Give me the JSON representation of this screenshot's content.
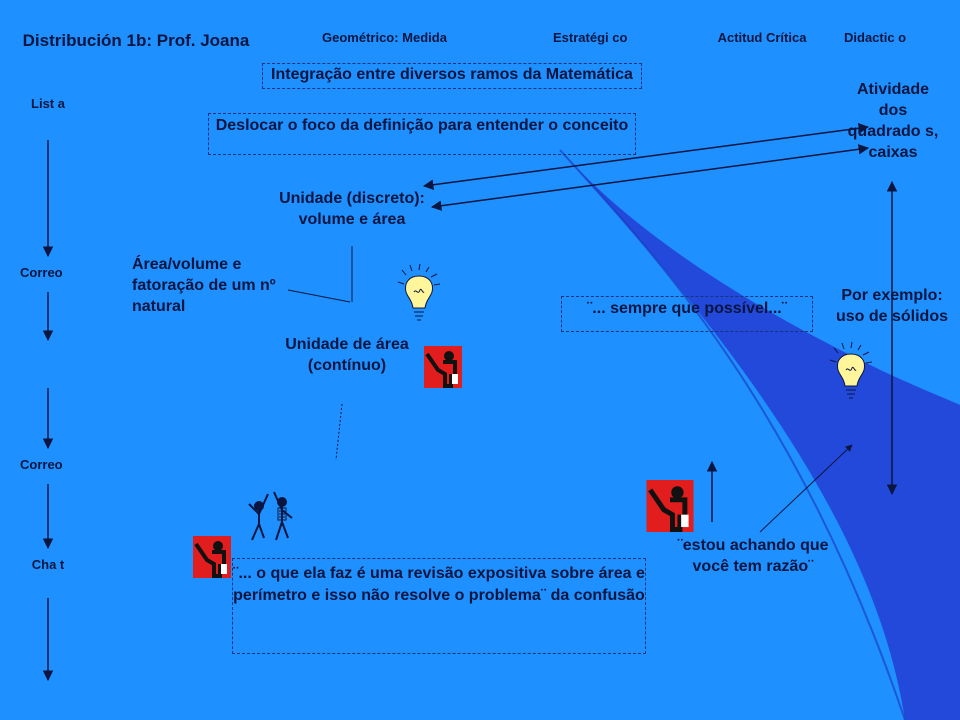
{
  "title": "Distribución 1b: Prof. Joana",
  "columns": {
    "geometrico": "Geométrico: Medida",
    "estrategico": "Estratégi co",
    "actitud": "Actitud Crítica",
    "didactico": "Didactic o"
  },
  "timeline": {
    "lista": "List a",
    "correo1": "Correo",
    "correo2": "Correo",
    "chat": "Cha t"
  },
  "boxes": {
    "integracao": "Integração entre diversos ramos da Matemática",
    "deslocar": "Deslocar o foco da definição para entender o conceito",
    "sempre": "¨... sempre que possível...¨",
    "revisao": "¨... o que ela faz é uma revisão expositiva sobre área e perímetro e isso não resolve o problema¨ da confusão"
  },
  "labels": {
    "unidade_discreto": "Unidade (discreto): volume e área",
    "area_volume": "Área/volume e fatoração de um nº natural",
    "unidade_area": "Unidade de área (contínuo)",
    "atividade": "Atividade dos quadrado s, caixas",
    "por_exemplo": "Por exemplo: uso de sólidos",
    "estou_achando": "¨estou achando que você tem razão¨"
  },
  "colors": {
    "background": "#1e90ff",
    "text": "#0b1640",
    "swoosh": "#2446d8",
    "icon_red": "#e11d1d"
  },
  "icons": [
    "lightbulb-icon",
    "teacher-icon",
    "dancers-icon"
  ]
}
